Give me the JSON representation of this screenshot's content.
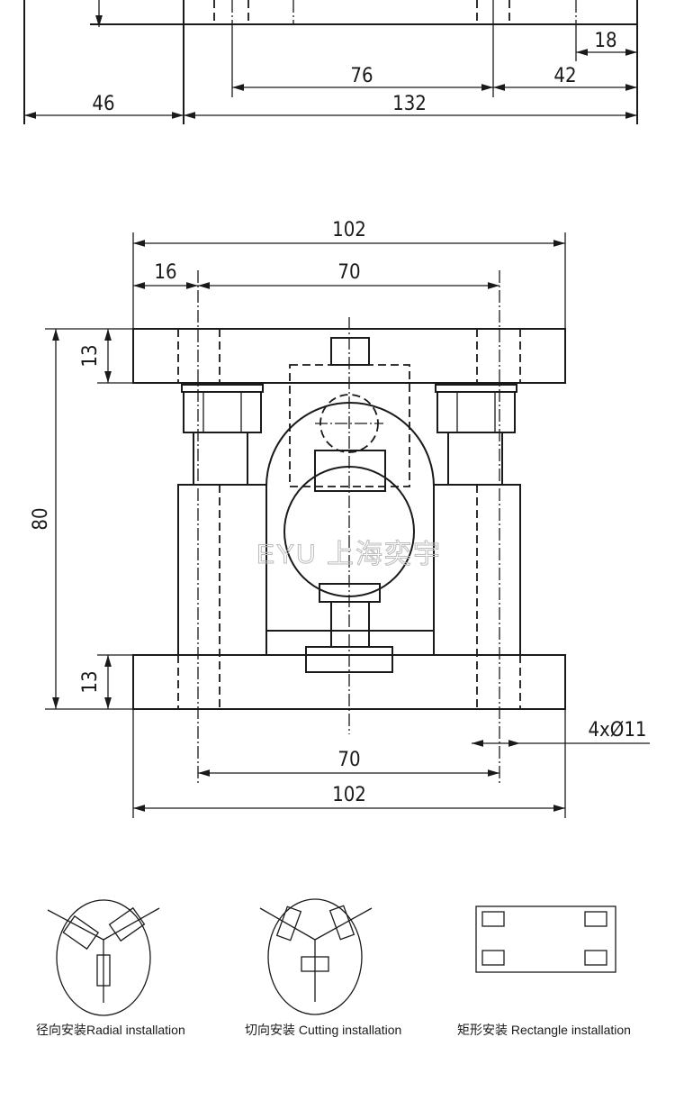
{
  "top_view": {
    "dims": {
      "d18": "18",
      "d76": "76",
      "d42": "42",
      "d46": "46",
      "d132": "132"
    }
  },
  "front_view": {
    "dims": {
      "width_top": "102",
      "offset_left": "16",
      "hole_spacing_top": "70",
      "plate_thickness_top": "13",
      "height": "80",
      "plate_thickness_bottom": "13",
      "hole_spacing_bottom": "70",
      "width_bottom": "102",
      "holes": "4xØ11"
    },
    "watermark": "EYU 上海奕宇"
  },
  "installations": [
    {
      "label": "径向安装Radial installation"
    },
    {
      "label": "切向安装 Cutting installation"
    },
    {
      "label": "矩形安装 Rectangle installation"
    }
  ]
}
